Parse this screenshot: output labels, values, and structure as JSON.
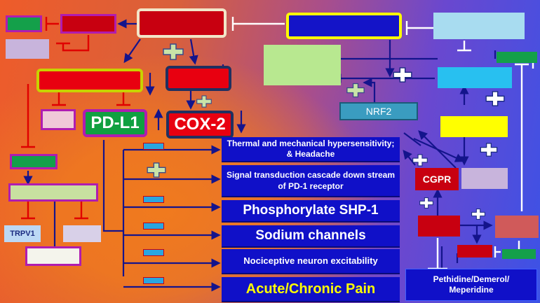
{
  "labels": {
    "pd_l1": "PD-L1",
    "cox2": "COX-2",
    "nrf2": "NRF2",
    "trpv1": "TRPV1",
    "cgpr": "CGPR",
    "effect_thermal": "Thermal and mechanical hypersensitivity; & Headache",
    "effect_signal": "Signal transduction cascade down stream of PD-1 receptor",
    "effect_shp1": "Phosphorylate SHP-1",
    "effect_sodium": "Sodium channels",
    "effect_neuron": "Nociceptive neuron excitability",
    "effect_pain": "Acute/Chronic Pain",
    "drug": "Pethidine/Demerol/ Meperidine"
  },
  "colors": {
    "arrow_blue": "#14148c",
    "inhibit_red": "#e00000",
    "inhibit_white": "#ffffff",
    "effect_box": "#1010c8",
    "pain_text": "#ffff00",
    "plus_fill": "#c9e3a8",
    "minus_fill": "#2aa6e0"
  }
}
